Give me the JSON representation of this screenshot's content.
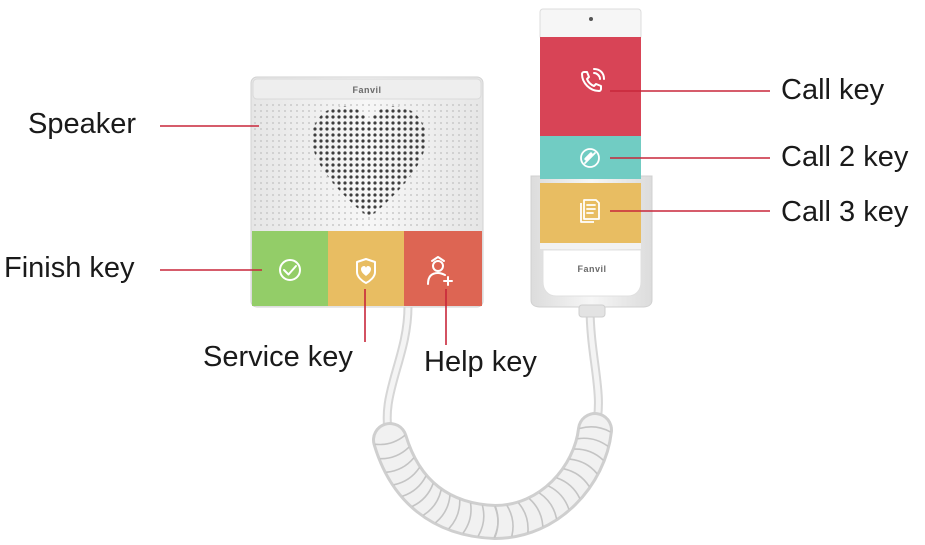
{
  "device": {
    "brand": "Fanvil"
  },
  "labels": {
    "speaker": "Speaker",
    "finish_key": "Finish key",
    "service_key": "Service key",
    "help_key": "Help key",
    "call_key": "Call key",
    "call_2_key": "Call 2 key",
    "call_3_key": "Call 3 key"
  },
  "colors": {
    "finish_key": "#93cd68",
    "service_key": "#e8bd62",
    "help_key": "#dd6553",
    "call_key": "#d84456",
    "call_2_key": "#71ccc3",
    "call_3_key": "#e8bd62",
    "leader_line": "#c8263a"
  },
  "icons": {
    "finish_key": "check-circle-icon",
    "service_key": "heart-badge-icon",
    "help_key": "nurse-plus-icon",
    "call_key": "phone-icon",
    "call_2_key": "pill-icon",
    "call_3_key": "document-icon"
  }
}
